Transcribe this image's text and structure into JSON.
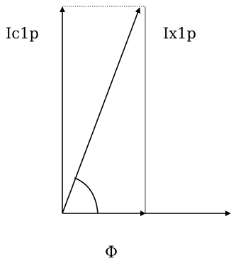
{
  "diagram": {
    "labels": {
      "left": "Ic1p",
      "right": "Ix1p",
      "bottom": "Φ"
    },
    "colors": {
      "stroke": "#000000",
      "guide": "#9a9a9a",
      "background": "#ffffff"
    }
  }
}
